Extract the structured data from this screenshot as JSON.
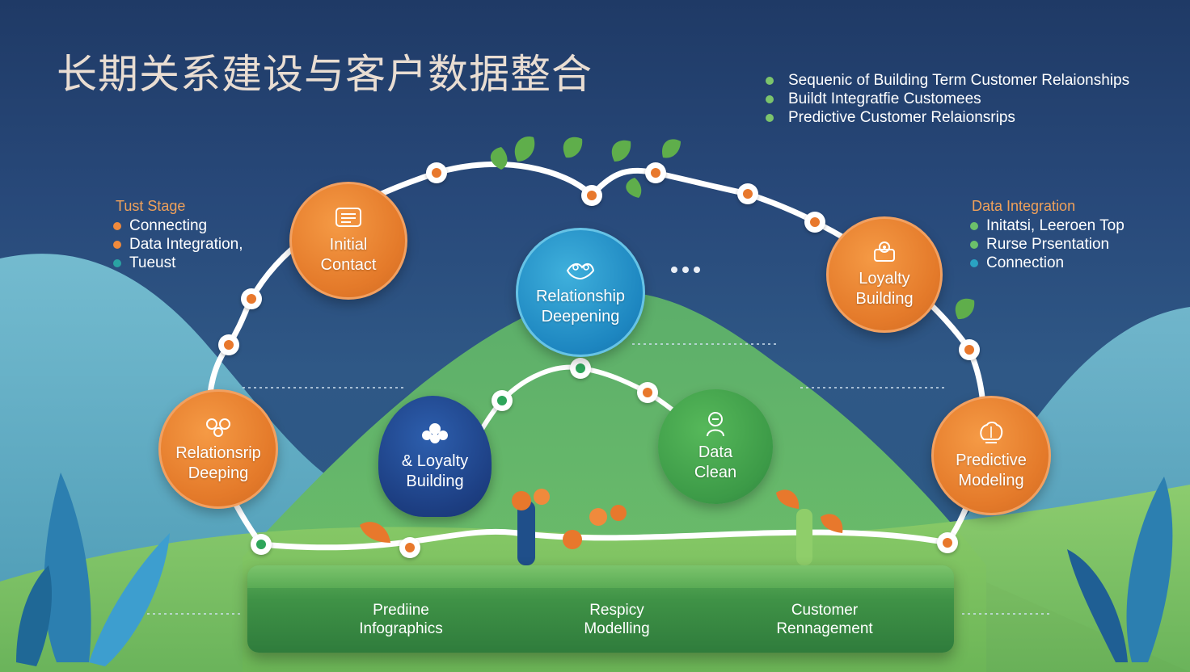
{
  "title": "长期关系建设与客户数据整合",
  "top_right_list": [
    {
      "text": "Sequenic of Building Term Customer Relaionships",
      "color": "#7cc46c"
    },
    {
      "text": "Buildt Integratfie Customees",
      "color": "#7cc46c"
    },
    {
      "text": "Predictive Customer Relaionsrips",
      "color": "#7cc46c"
    }
  ],
  "left_group": {
    "title": "Tust Stage",
    "items": [
      {
        "text": "Connecting",
        "color": "#f08a3c"
      },
      {
        "text": "Data Integration,",
        "color": "#f08a3c"
      },
      {
        "text": "Tueust",
        "color": "#2aa3a3"
      }
    ]
  },
  "right_group": {
    "title": "Data Integration",
    "items": [
      {
        "text": "Initatsi, Leeroen Top",
        "color": "#6cc06a"
      },
      {
        "text": "Rurse Prsentation",
        "color": "#6cc06a"
      },
      {
        "text": "Connection",
        "color": "#2aa3c3"
      }
    ]
  },
  "stages": {
    "initial_contact": "Initial\nContact",
    "relationship_deepening_center": "Relationship\nDeepening",
    "loyalty_building_right": "Loyalty\nBuilding",
    "relationship_deepening_left": "Relationsrip\nDeeping",
    "loyalty_building_center": "& Loyalty\nBuilding",
    "data_clean": "Data\nClean",
    "predictive_modeling": "Predictive\nModeling"
  },
  "base_labels": {
    "left": "Prediine\nInfographics",
    "middle": "Respicy\nModelling",
    "right": "Customer\nRennagement"
  },
  "colors": {
    "accent_orange": "#e8782c",
    "accent_blue": "#1d86c0",
    "accent_green": "#3c9a47",
    "navy": "#1f3a66"
  }
}
